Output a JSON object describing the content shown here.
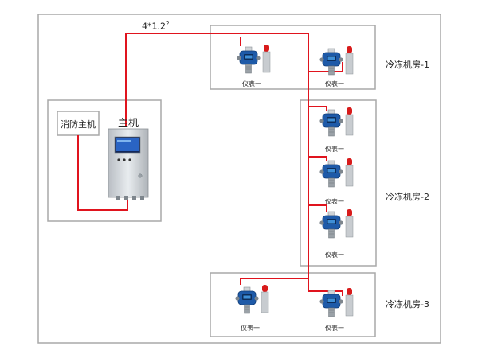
{
  "cable_spec": {
    "text": "4*1.2",
    "sup": "2"
  },
  "fire_host_label": "消防主机",
  "host_label": "主机",
  "rooms": [
    {
      "name": "冷冻机房-1",
      "instruments": [
        "仪表一",
        "仪表一"
      ]
    },
    {
      "name": "冷冻机房-2",
      "instruments": [
        "仪表一",
        "仪表一",
        "仪表一"
      ]
    },
    {
      "name": "冷冻机房-3",
      "instruments": [
        "仪表一",
        "仪表一"
      ]
    }
  ],
  "colors": {
    "wire": "#e0141e",
    "box": "#a8a8a8",
    "detector": "#1e5aa8",
    "beacon": "#d81b1b"
  }
}
